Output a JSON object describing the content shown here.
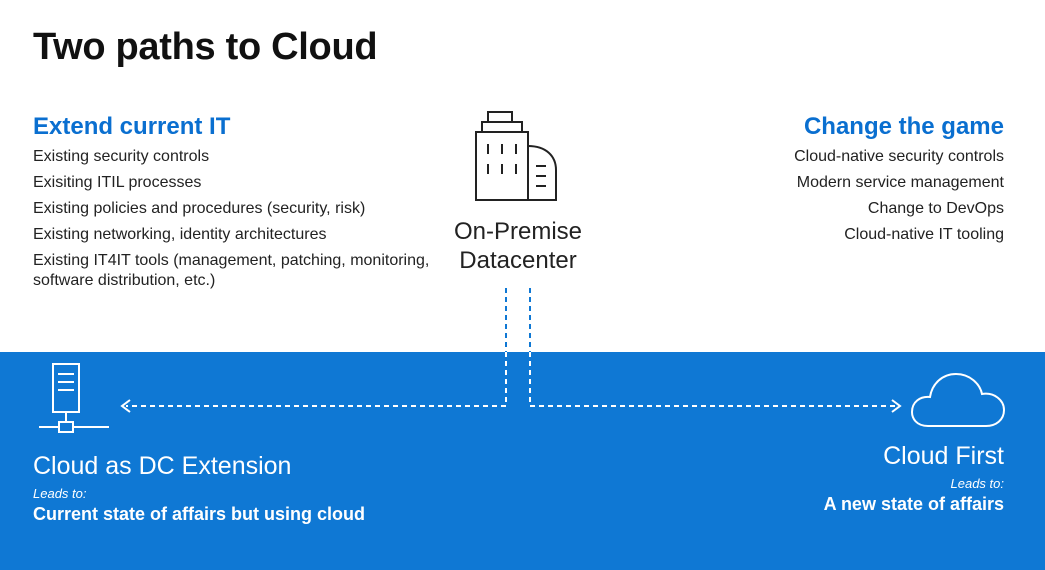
{
  "title": "Two paths to Cloud",
  "left": {
    "heading": "Extend current IT",
    "items": [
      "Existing security controls",
      "Exisiting ITIL processes",
      "Existing policies and procedures (security, risk)",
      "Existing networking, identity architectures",
      "Existing IT4IT tools (management, patching, monitoring, software distribution, etc.)"
    ]
  },
  "right": {
    "heading": "Change the game",
    "items": [
      "Cloud-native security controls",
      "Modern service management",
      "Change to DevOps",
      "Cloud-native IT tooling"
    ]
  },
  "center": {
    "label_line1": "On-Premise",
    "label_line2": "Datacenter",
    "icon": "office-building-icon"
  },
  "paths": {
    "left": {
      "icon": "server-network-icon",
      "name": "Cloud as DC Extension",
      "leads_to": "Leads to:",
      "outcome": "Current state of affairs but using cloud"
    },
    "right": {
      "icon": "cloud-icon",
      "name": "Cloud First",
      "leads_to": "Leads to:",
      "outcome": "A new state of affairs"
    }
  },
  "colors": {
    "accent": "#0a6fd0",
    "band": "#0f78d4",
    "text": "#1a1a1a"
  }
}
